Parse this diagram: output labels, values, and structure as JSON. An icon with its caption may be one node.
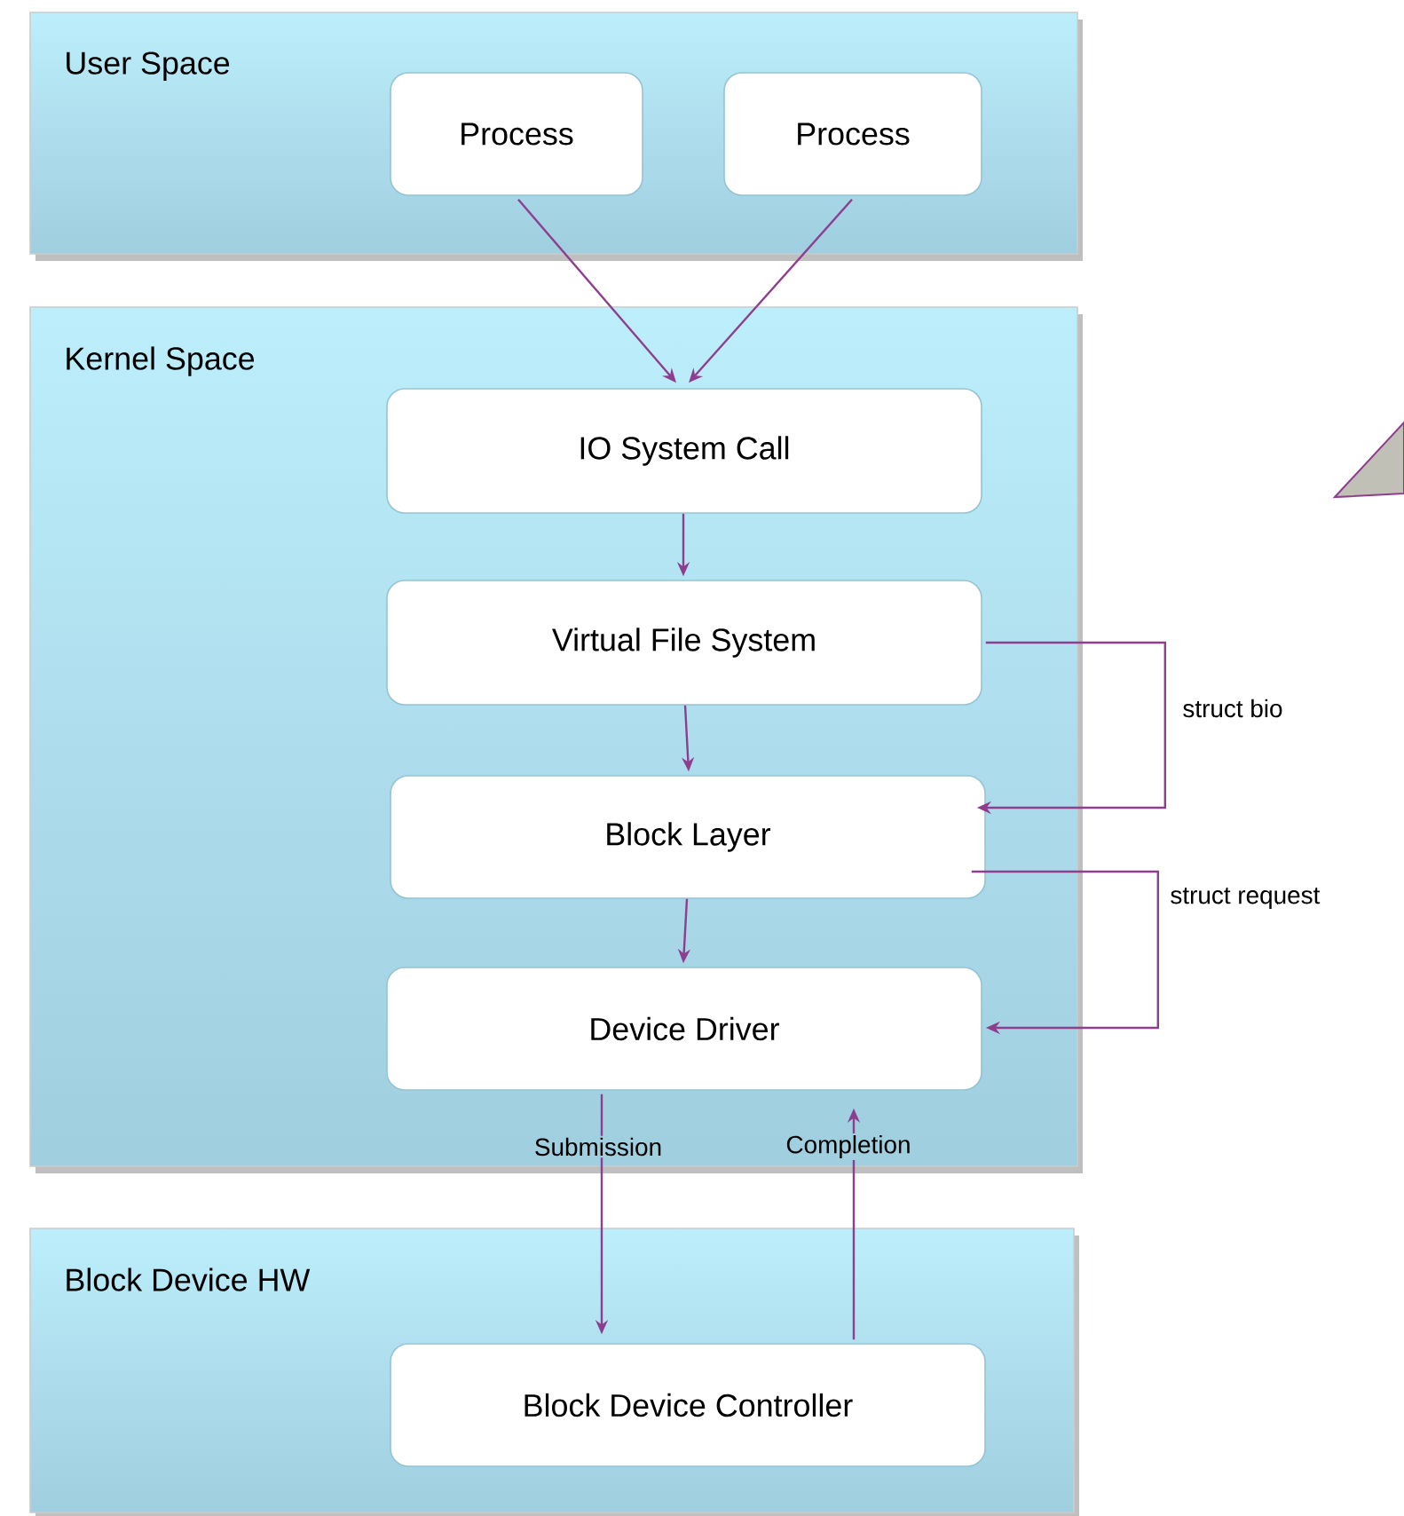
{
  "diagram": {
    "nodes": [
      {
        "text": [
          "User Space"
        ]
      },
      {
        "text": [
          "Process"
        ],
        "in": 0
      },
      {
        "text": [
          "Process"
        ],
        "in": 0
      },
      {
        "text": [
          "Kernel Space"
        ]
      },
      {
        "text": [
          "IO System Call"
        ],
        "in": 3
      },
      {
        "text": [
          "Virtual File System"
        ],
        "in": 3
      },
      {
        "text": [
          "Block Layer"
        ],
        "in": 3
      },
      {
        "text": [
          "Device Driver"
        ],
        "in": 3
      },
      {
        "text": [
          "Block Device HW"
        ]
      },
      {
        "text": [
          "Block Device Controller"
        ],
        "in": 8
      }
    ],
    "edges": [
      {
        "from": 1,
        "to": 4,
        "arrow": "to"
      },
      {
        "from": 2,
        "to": 4,
        "arrow": "to"
      },
      {
        "from": 4,
        "to": 5,
        "arrow": "to"
      },
      {
        "from": 5,
        "to": 6,
        "arrow": "to"
      },
      {
        "from": 6,
        "to": 7,
        "arrow": "to"
      },
      {
        "from": 5,
        "to": 6,
        "arrow": "to",
        "label": "struct bio"
      },
      {
        "from": 6,
        "to": 7,
        "arrow": "to",
        "label": "struct request"
      },
      {
        "from": 7,
        "to": 9,
        "arrow": "to",
        "label": "Submission"
      },
      {
        "from": 9,
        "to": 7,
        "arrow": "to",
        "label": "Completion"
      }
    ]
  }
}
